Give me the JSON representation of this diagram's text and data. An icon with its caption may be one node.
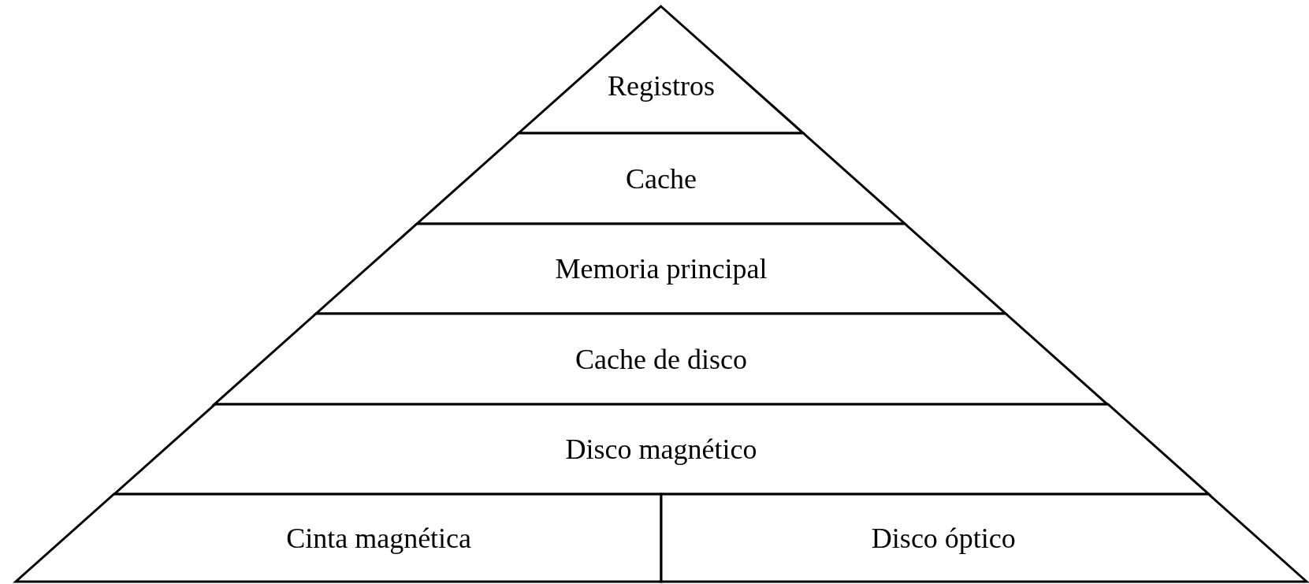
{
  "diagram": {
    "nodes": [
      {
        "text": [
          "Registros"
        ]
      },
      {
        "text": [
          "Cache"
        ]
      },
      {
        "text": [
          "Memoria principal"
        ]
      },
      {
        "text": [
          "Cache de disco"
        ]
      },
      {
        "text": [
          "Disco magnético"
        ]
      },
      {
        "text": [
          "Cinta magnética"
        ]
      },
      {
        "text": [
          "Disco óptico"
        ]
      }
    ]
  }
}
